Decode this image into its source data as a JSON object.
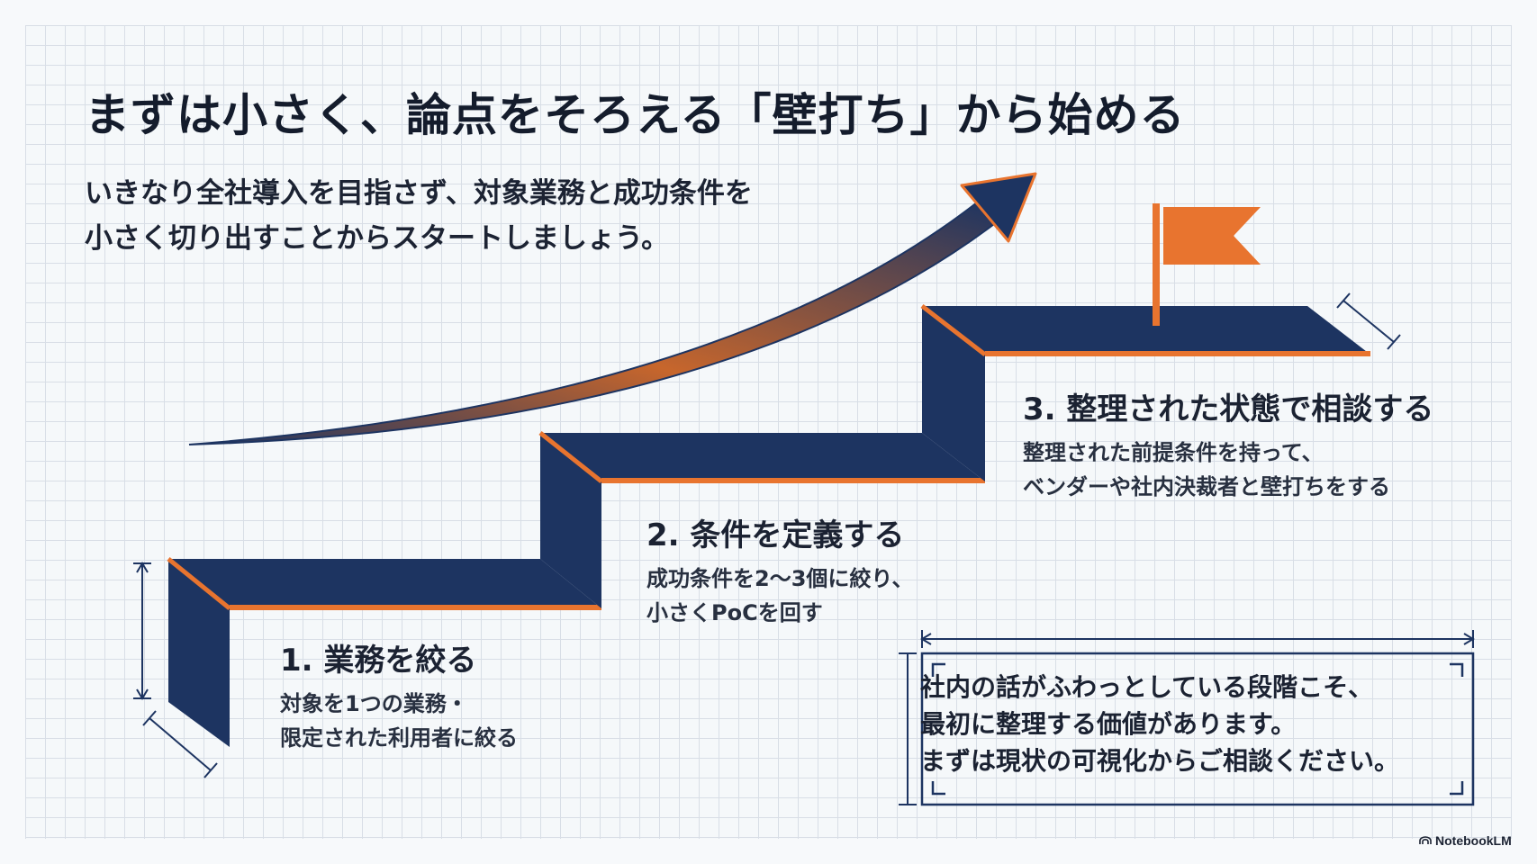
{
  "title": "まずは小さく、論点をそろえる「壁打ち」から始める",
  "subtitle": {
    "line1": "いきなり全社導入を目指さず、対象業務と成功条件を",
    "line2": "小さく切り出すことからスタートしましょう。"
  },
  "steps": [
    {
      "title": "1. 業務を絞る",
      "desc": [
        "対象を1つの業務・",
        "限定された利用者に絞る"
      ]
    },
    {
      "title": "2. 条件を定義する",
      "desc": [
        "成功条件を2〜3個に絞り、",
        "小さくPoCを回す"
      ]
    },
    {
      "title": "3. 整理された状態で相談する",
      "desc": [
        "整理された前提条件を持って、",
        "ベンダーや社内決裁者と壁打ちをする"
      ]
    }
  ],
  "callout": {
    "lines": [
      "社内の話がふわっとしている段階こそ、",
      "最初に整理する価値があります。",
      "まずは現状の可視化からご相談ください。"
    ]
  },
  "brand": "NotebookLM",
  "colors": {
    "navy": "#1d3461",
    "orange": "#e8742f",
    "ink": "#141c2c"
  }
}
